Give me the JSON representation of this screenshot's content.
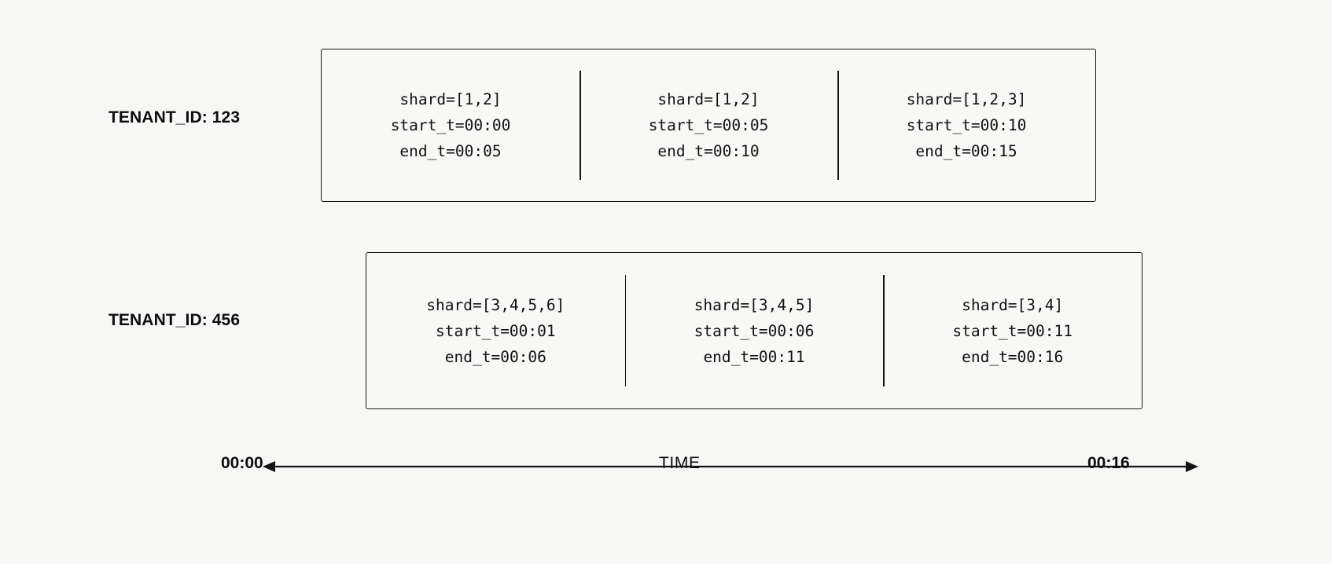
{
  "diagram": {
    "background_color": "#f7f7f6",
    "line_color": "#141414",
    "text_color": "#0d0d0d"
  },
  "rows": [
    {
      "label": "TENANT_ID: 123",
      "segments": [
        {
          "shard": "shard=[1,2]",
          "start_t": "start_t=00:00",
          "end_t": "end_t=00:05"
        },
        {
          "shard": "shard=[1,2]",
          "start_t": "start_t=00:05",
          "end_t": "end_t=00:10"
        },
        {
          "shard": "shard=[1,2,3]",
          "start_t": "start_t=00:10",
          "end_t": "end_t=00:15"
        }
      ]
    },
    {
      "label": "TENANT_ID: 456",
      "segments": [
        {
          "shard": "shard=[3,4,5,6]",
          "start_t": "start_t=00:01",
          "end_t": "end_t=00:06"
        },
        {
          "shard": "shard=[3,4,5]",
          "start_t": "start_t=00:06",
          "end_t": "end_t=00:11"
        },
        {
          "shard": "shard=[3,4]",
          "start_t": "start_t=00:11",
          "end_t": "end_t=00:16"
        }
      ]
    }
  ],
  "axis": {
    "start_label": "00:00",
    "title": "TIME",
    "end_label": "00:16",
    "arrow": "double-headed-horizontal-arrow"
  }
}
